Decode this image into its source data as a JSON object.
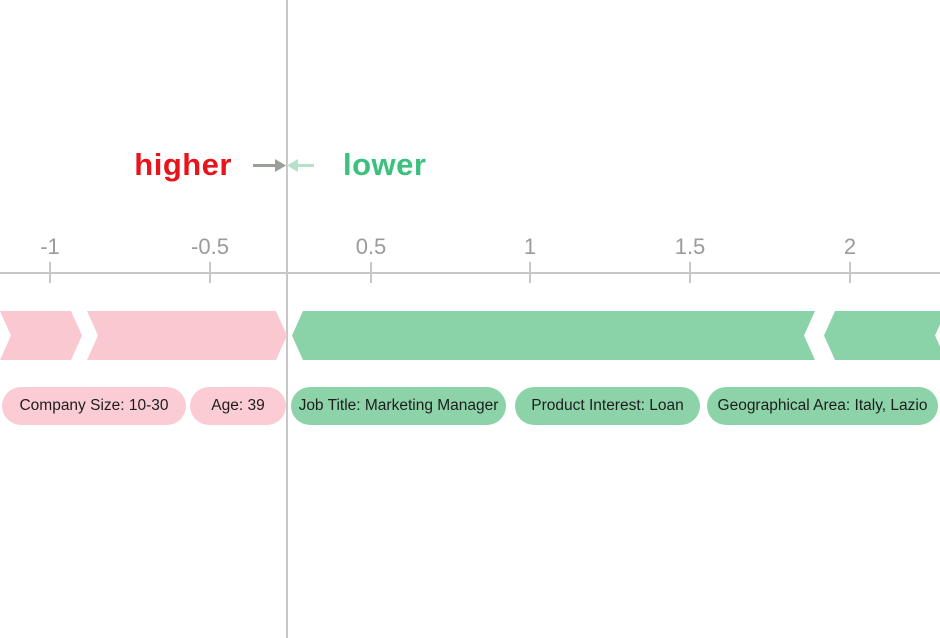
{
  "colors": {
    "background": "#ffffff",
    "higher_text": "#e8141b",
    "lower_text": "#3cc07e",
    "higher_bar": "#f9c8d1",
    "higher_pill": "#fbccd4",
    "lower_bar": "#8ad2a8",
    "lower_pill": "#8dd3aa",
    "axis_line": "#c7c7c7",
    "tick_label": "#9b9b9b",
    "arrow_gray": "#99a09a",
    "arrow_pale_green": "#b5e0ca",
    "pill_text": "#1d1d1d"
  },
  "chart_data": {
    "type": "bar",
    "subtype": "force-plot-feature-contributions",
    "title": "",
    "direction_labels": {
      "higher": "higher",
      "lower": "lower"
    },
    "axis": {
      "orientation": "horizontal",
      "zero_at_divider": true,
      "ticks": [
        {
          "label": "-1",
          "value": -1.0
        },
        {
          "label": "-0.5",
          "value": -0.5
        },
        {
          "label": "0.5",
          "value": 0.5
        },
        {
          "label": "1",
          "value": 1.0
        },
        {
          "label": "1.5",
          "value": 1.5
        },
        {
          "label": "2",
          "value": 2.0
        }
      ]
    },
    "segments": [
      {
        "direction": "higher",
        "approx_from": -0.91,
        "approx_to": -0.65,
        "clipped_left": true
      },
      {
        "direction": "higher",
        "approx_from": -0.64,
        "approx_to": 0.0
      },
      {
        "direction": "lower",
        "approx_from": 0.0,
        "approx_to": 1.64
      },
      {
        "direction": "lower",
        "approx_from": 1.67,
        "approx_to": 2.03,
        "clipped_right": true
      }
    ],
    "features": [
      {
        "label": "Company Size: 10-30",
        "direction": "higher"
      },
      {
        "label": "Age: 39",
        "direction": "higher"
      },
      {
        "label": "Job Title: Marketing Manager",
        "direction": "lower"
      },
      {
        "label": "Product Interest: Loan",
        "direction": "lower"
      },
      {
        "label": "Geographical Area: Italy, Lazio",
        "direction": "lower"
      }
    ]
  }
}
